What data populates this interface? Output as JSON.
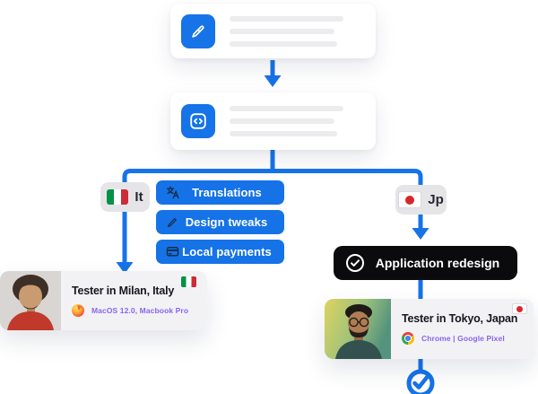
{
  "colors": {
    "primary_blue": "#1673e8",
    "pill_blue": "#1573e7",
    "black_pill": "#0b0b0d",
    "device_purple": "#8a63f0",
    "badge_gray": "#e5e5e8",
    "card_gray": "#f2f2f4"
  },
  "icons": {
    "step1": "pen-icon",
    "step2": "code-icon",
    "task_translations": "translate-icon",
    "task_design": "pen-icon",
    "task_payments": "credit-card-icon",
    "task_redesign": "check-circle-icon",
    "milan_browser": "firefox-icon",
    "tokyo_browser": "chrome-icon",
    "result": "check-circle-icon"
  },
  "left_branch": {
    "badge_label": "It",
    "badge_flag": "italy",
    "tasks": [
      {
        "label": "Translations"
      },
      {
        "label": "Design tweaks"
      },
      {
        "label": "Local payments"
      }
    ],
    "tester_card": {
      "title": "Tester in Milan, Italy",
      "device": "MacOS 12.0, Macbook Pro",
      "flag": "italy"
    }
  },
  "right_branch": {
    "badge_label": "Jp",
    "badge_flag": "japan",
    "task_label": "Application redesign",
    "tester_card": {
      "title": "Tester in Tokyo, Japan",
      "device": "Chrome | Google Pixel",
      "flag": "japan"
    }
  }
}
